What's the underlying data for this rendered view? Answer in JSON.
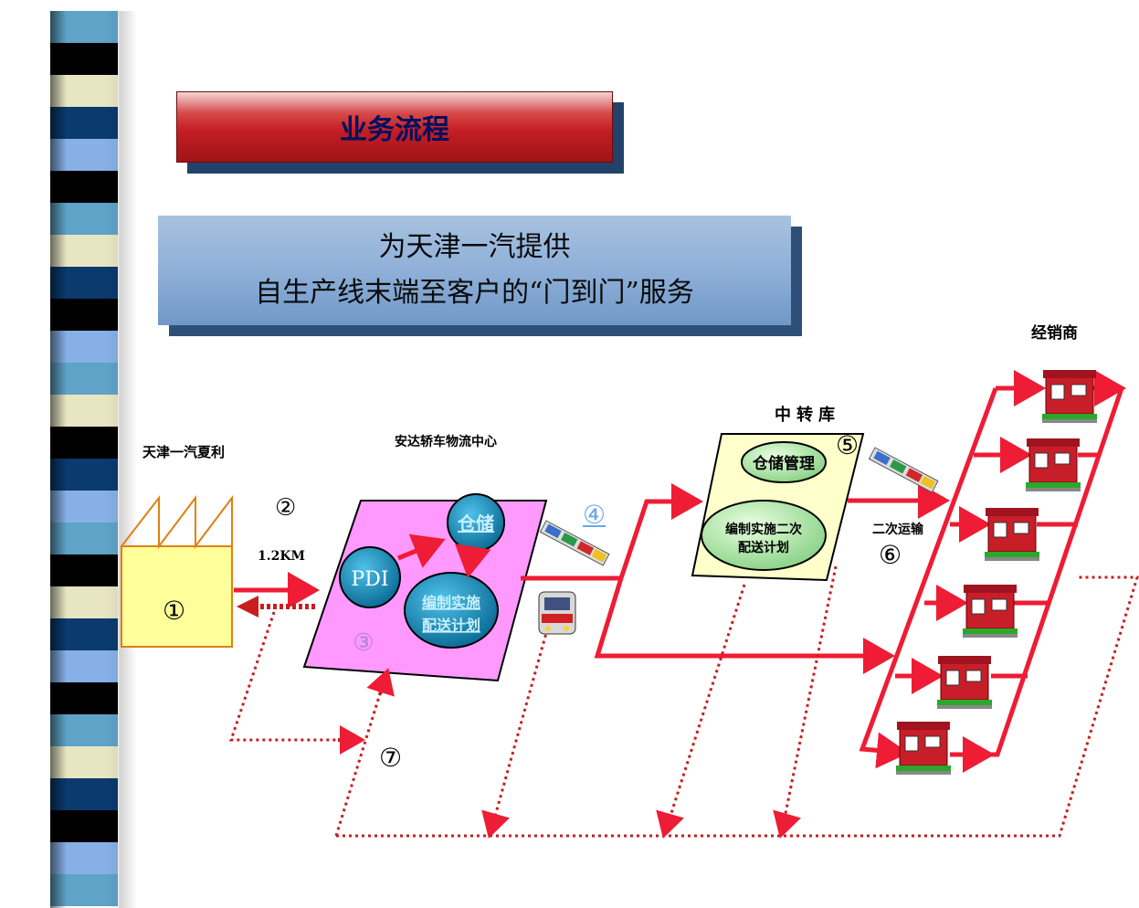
{
  "title": "业务流程",
  "subtitle": {
    "line1": "为天津一汽提供",
    "line2": "自生产线末端至客户的“门到门”服务"
  },
  "nodes": {
    "factory_label": "天津一汽夏利",
    "factory_step": "①",
    "distance_step": "②",
    "distance": "1.2KM",
    "center_label": "安达轿车物流中心",
    "center_step": "③",
    "pdi": "PDI",
    "storage": "仓储",
    "plan_line1": "编制实施",
    "plan_line2": "配送计划",
    "transport_step": "④",
    "depot_label": "中转库",
    "depot_step": "⑤",
    "depot_storage": "仓储管理",
    "depot_plan_line1": "编制实施二次",
    "depot_plan_line2": "配送计划",
    "secondary_label": "二次运输",
    "secondary_step": "⑥",
    "feedback_step": "⑦",
    "dealer_label": "经销商"
  },
  "colors": {
    "arrow_red": "#ee1c34",
    "feedback_red": "#c81e1e",
    "factory_fill": "#ffff99",
    "center_fill": "#ff99ff",
    "depot_fill": "#ffffcc",
    "node_blue": "#1a8ab8",
    "depot_node_green": "#c8f0b8"
  },
  "stripe_colors": [
    "#5fa3c8",
    "#000000",
    "#e8e6c2",
    "#0a3a6e",
    "#86b0e6",
    "#000000",
    "#5fa3c8",
    "#e8e6c2",
    "#0a3a6e",
    "#000000",
    "#86b0e6",
    "#5fa3c8",
    "#e8e6c2",
    "#000000",
    "#0a3a6e",
    "#86b0e6",
    "#5fa3c8",
    "#000000",
    "#e8e6c2",
    "#0a3a6e",
    "#86b0e6",
    "#000000",
    "#5fa3c8",
    "#e8e6c2",
    "#0a3a6e",
    "#000000",
    "#86b0e6",
    "#5fa3c8"
  ]
}
